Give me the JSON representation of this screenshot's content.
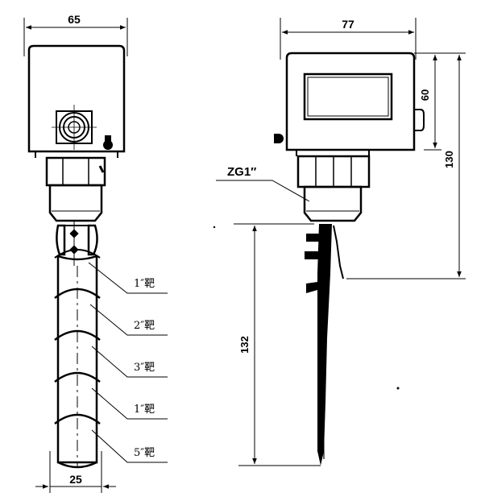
{
  "dimensions": {
    "left_width": "65",
    "right_width": "77",
    "box_height": "60",
    "total_height": "130",
    "rod_length": "132",
    "paddle_width": "25"
  },
  "thread_label": "ZG1″",
  "paddle_labels": [
    "1″靶",
    "2″靶",
    "3″靶",
    "1″靶",
    "5″靶"
  ]
}
